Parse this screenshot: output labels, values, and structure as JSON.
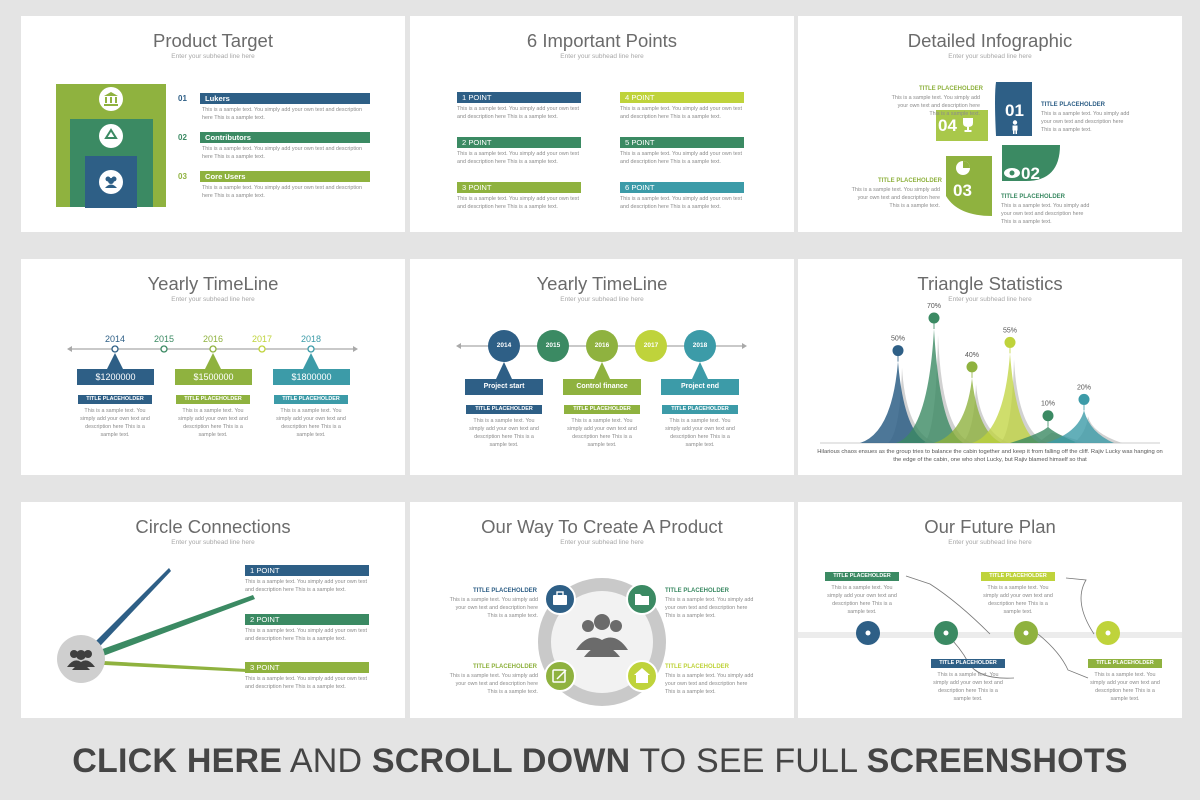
{
  "colors": {
    "blue": "#2e5f86",
    "green": "#3b8a63",
    "lime": "#8fb23f",
    "yellow": "#bfd33b",
    "teal": "#3c9ba8",
    "gray": "#c8c8c8"
  },
  "sample_text": "This is a sample text. You simply add your own text and description here This is a sample text.",
  "slides": {
    "s1": {
      "title": "Product Target",
      "subtitle": "Enter your subhead line here",
      "items": [
        {
          "num": "01",
          "label": "Lukers"
        },
        {
          "num": "02",
          "label": "Contributors"
        },
        {
          "num": "03",
          "label": "Core Users"
        }
      ],
      "icons": [
        "bank-icon",
        "recycle-icon",
        "users-icon"
      ]
    },
    "s2": {
      "title": "6 Important Points",
      "subtitle": "Enter your subhead line here",
      "points": [
        "1 POINT",
        "2 POINT",
        "3 POINT",
        "4 POINT",
        "5 POINT",
        "6 POINT"
      ]
    },
    "s3": {
      "title": "Detailed Infographic",
      "subtitle": "Enter your subhead line here",
      "nums": [
        "01",
        "02",
        "03",
        "04"
      ],
      "placeholder": "TITLE PLACEHOLDER"
    },
    "s4": {
      "title": "Yearly TimeLine",
      "subtitle": "Enter your subhead line here",
      "years": [
        "2014",
        "2015",
        "2016",
        "2017",
        "2018"
      ],
      "amounts": [
        "$1200000",
        "$1500000",
        "$1800000"
      ],
      "placeholder": "TITLE PLACEHOLDER"
    },
    "s5": {
      "title": "Yearly TimeLine",
      "subtitle": "Enter your subhead line here",
      "years": [
        "2014",
        "2015",
        "2016",
        "2017",
        "2018"
      ],
      "labels": [
        "Project start",
        "Control finance",
        "Project end"
      ],
      "placeholder": "TITLE PLACEHOLDER"
    },
    "s6": {
      "title": "Triangle Statistics",
      "subtitle": "Enter your subhead line here",
      "stats": [
        {
          "label": "50%",
          "value": 50
        },
        {
          "label": "70%",
          "value": 70
        },
        {
          "label": "40%",
          "value": 40
        },
        {
          "label": "55%",
          "value": 55
        },
        {
          "label": "10%",
          "value": 10
        },
        {
          "label": "20%",
          "value": 20
        }
      ],
      "caption": "Hilarious chaos ensues as the group tries to balance the cabin together and keep it from falling off the cliff. Rajiv Lucky was hanging on the edge of the cabin, one who shot Lucky, but Rajiv blamed himself so that"
    },
    "s7": {
      "title": "Circle Connections",
      "subtitle": "Enter your subhead line here",
      "points": [
        "1 POINT",
        "2 POINT",
        "3 POINT"
      ]
    },
    "s8": {
      "title": "Our Way To Create A Product",
      "subtitle": "Enter your subhead line here",
      "placeholder": "TITLE PLACEHOLDER"
    },
    "s9": {
      "title": "Our Future Plan",
      "subtitle": "Enter your subhead line here",
      "placeholder": "TITLE PLACEHOLDER"
    }
  },
  "banner": {
    "part1": "CLICK HERE",
    "part2": " AND ",
    "part3": "SCROLL DOWN",
    "part4": " TO SEE FULL ",
    "part5": "SCREENSHOTS"
  }
}
